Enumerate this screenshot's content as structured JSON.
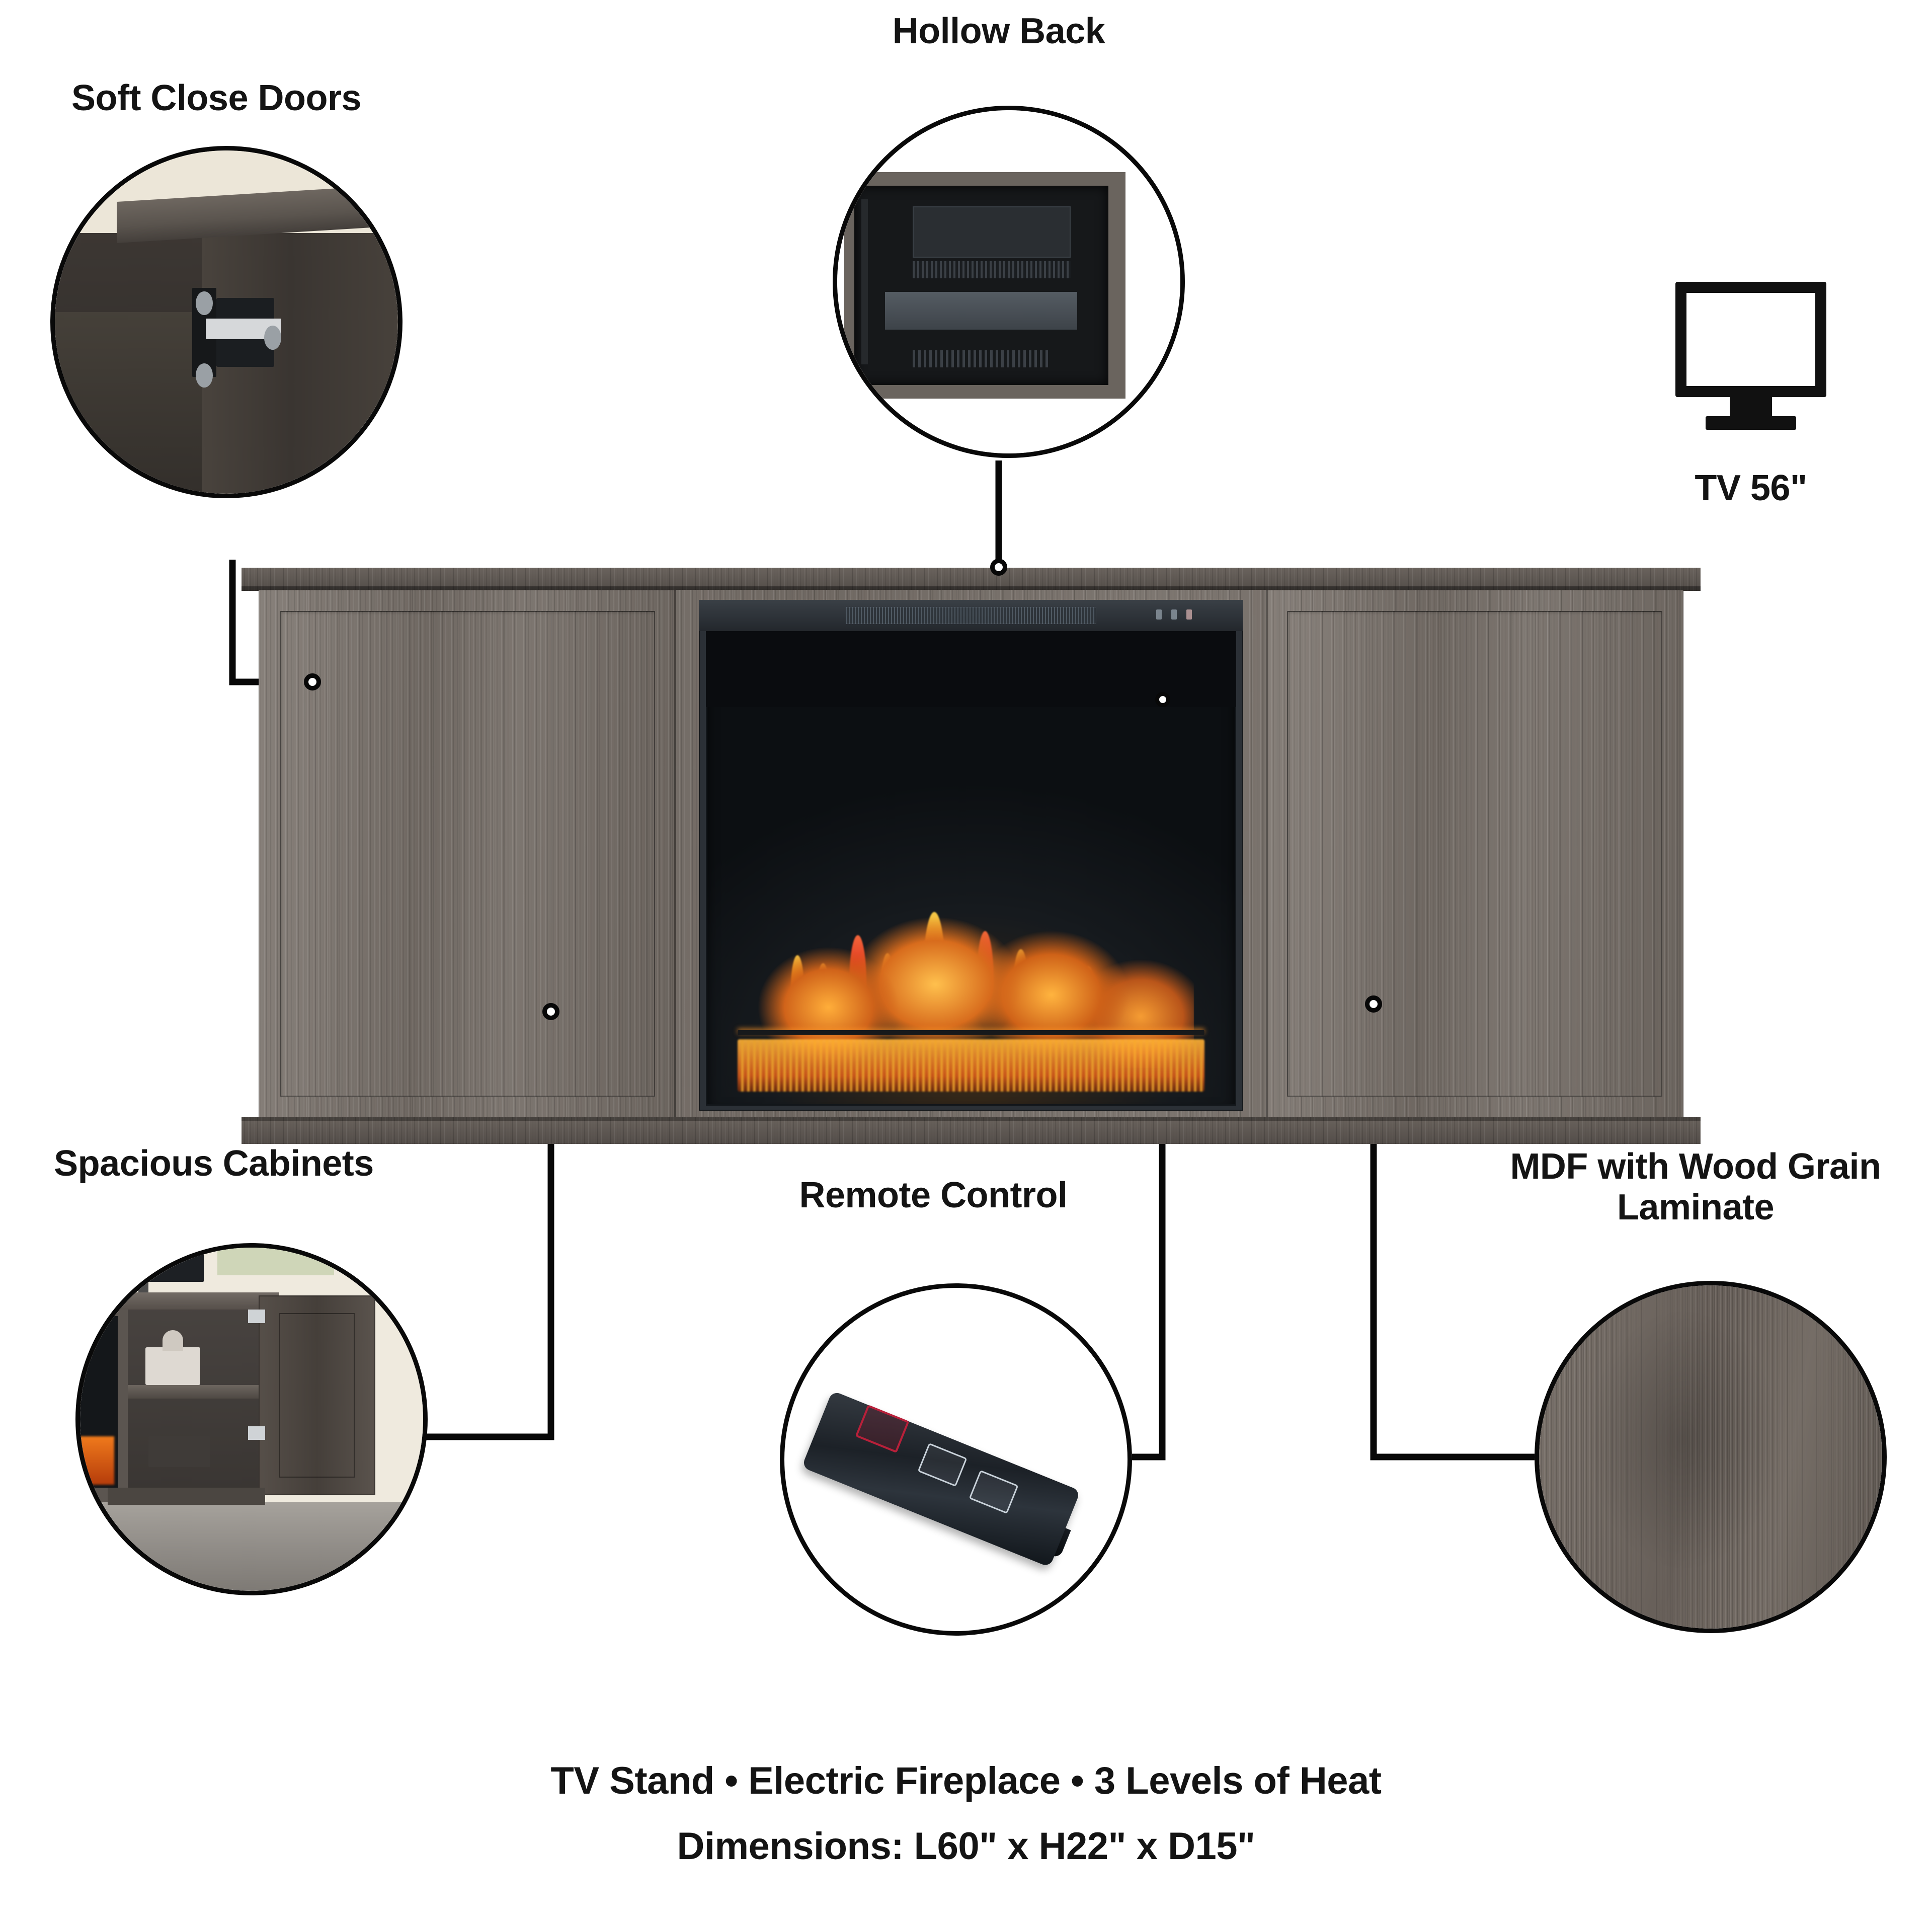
{
  "product": {
    "type": "tv-stand-electric-fireplace",
    "finish_color": "#6d655f"
  },
  "callouts": [
    {
      "id": "soft-close-doors",
      "label": "Soft Close Doors",
      "detail": "cabinet door hinge close-up"
    },
    {
      "id": "hollow-back",
      "label": "Hollow Back",
      "detail": "rear cutout with cable access"
    },
    {
      "id": "spacious-cabinets",
      "label": "Spacious Cabinets",
      "detail": "open cabinet with adjustable shelf"
    },
    {
      "id": "remote-control",
      "label": "Remote Control",
      "detail": "slim black remote with three buttons"
    },
    {
      "id": "mdf-laminate",
      "label": "MDF with Wood Grain\nLaminate",
      "detail": "wood grain laminate swatch"
    }
  ],
  "tv_spec": {
    "icon": "television-icon",
    "label": "TV 56\""
  },
  "remote": {
    "buttons": [
      {
        "name": "power-button",
        "color": "#b8203a"
      },
      {
        "name": "flame-button",
        "color": "#c9d2da"
      },
      {
        "name": "heat-button",
        "color": "#c9d2da"
      }
    ]
  },
  "footer": {
    "features_line": "TV Stand  •  Electric Fireplace  •  3 Levels of Heat",
    "dimensions_line": "Dimensions: L60\" x H22\" x D15\"",
    "features": [
      "TV Stand",
      "Electric Fireplace",
      "3 Levels of Heat"
    ],
    "dimensions": {
      "length": "L60\"",
      "height": "H22\"",
      "depth": "D15\""
    }
  }
}
